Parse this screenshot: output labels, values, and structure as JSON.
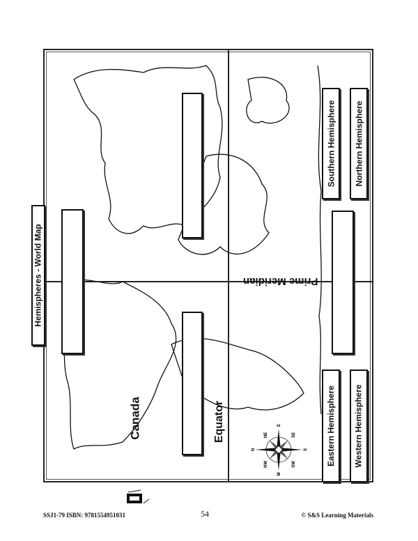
{
  "worksheet": {
    "title": "Hemispheres - World Map",
    "map_labels": {
      "canada": "Canada",
      "equator": "Equator",
      "prime_meridian": "Prime Meridian"
    },
    "hemisphere_labels": [
      "Southern Hemisphere",
      "Northern Hemisphere",
      "Eastern Hemisphere",
      "Western Hemisphere"
    ],
    "compass": {
      "points": [
        "N",
        "NE",
        "E",
        "SE",
        "S",
        "SW",
        "W",
        "NW"
      ]
    }
  },
  "footer": {
    "code": "SSJ1-79 ISBN: 9781554951031",
    "page_number": "54",
    "copyright": "© S&S Learning Materials"
  }
}
